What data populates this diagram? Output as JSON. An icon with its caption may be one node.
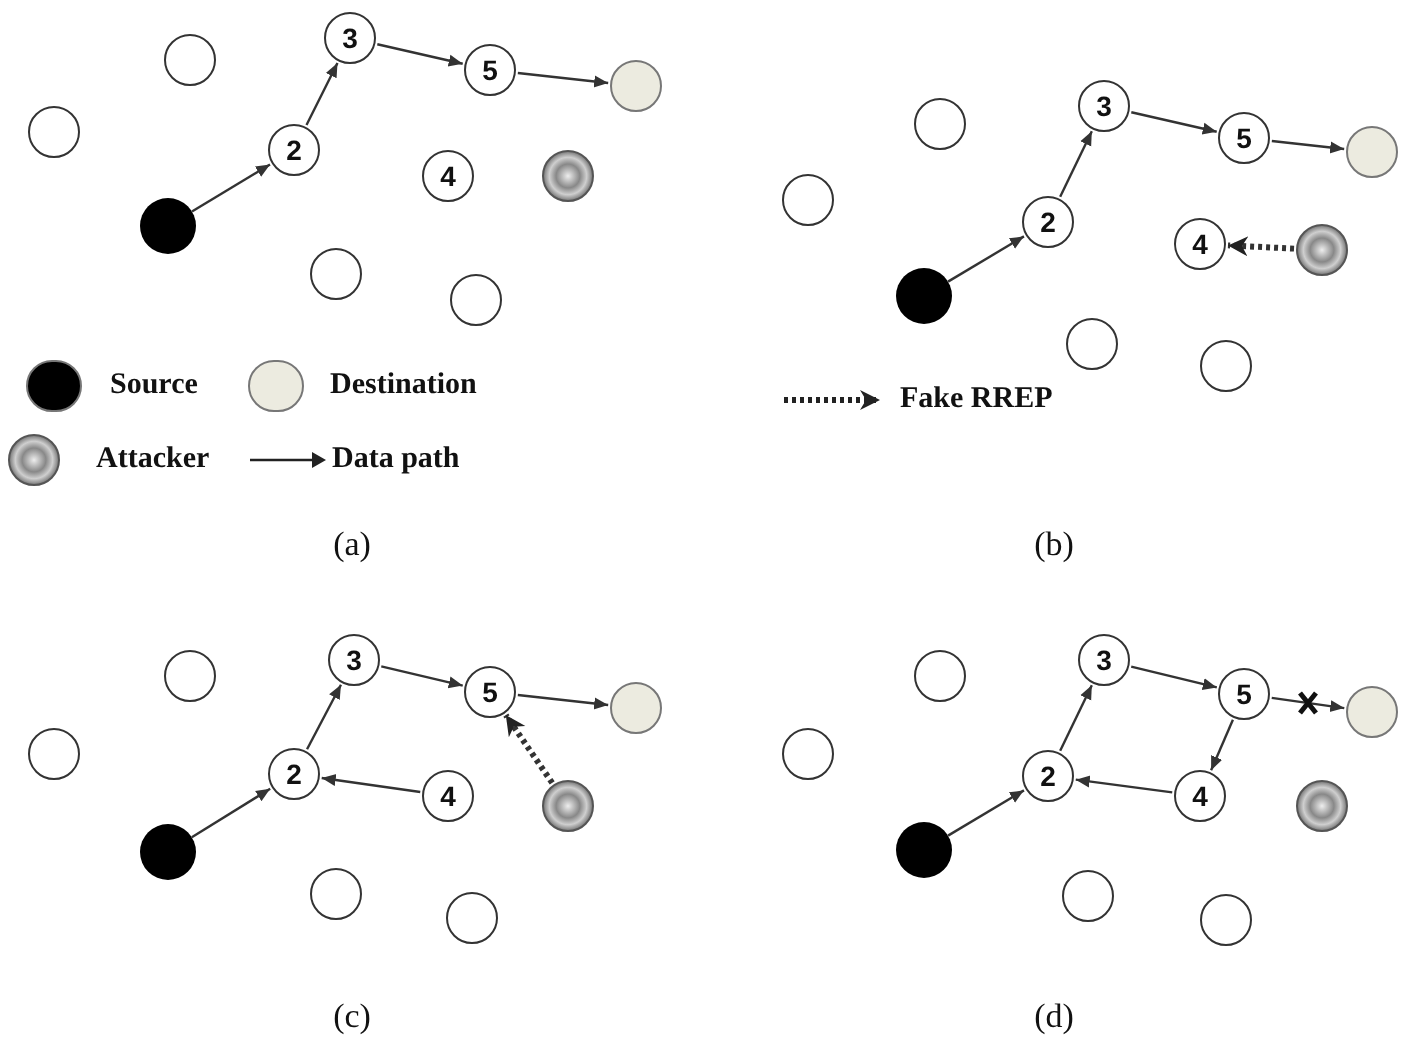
{
  "diagram": {
    "nodes": [
      {
        "text": [],
        "shape": "circle"
      },
      {
        "text": [
          "3"
        ]
      },
      {
        "text": [
          "5"
        ]
      },
      {
        "text": [],
        "shape": "circle"
      },
      {
        "text": [],
        "shape": "circle"
      },
      {
        "text": [
          "2"
        ]
      },
      {
        "text": [
          "4"
        ]
      },
      {
        "text": [],
        "shape": "circle"
      },
      {
        "text": [],
        "shape": "circle"
      },
      {
        "text": [],
        "shape": "circle"
      },
      {
        "text": [],
        "shape": "circle"
      },
      {
        "text": [
          "3"
        ]
      },
      {
        "text": [],
        "shape": "circle"
      },
      {
        "text": [
          "5"
        ]
      },
      {
        "text": [],
        "shape": "circle"
      },
      {
        "text": [],
        "shape": "circle"
      },
      {
        "text": [
          "2"
        ]
      },
      {
        "text": [
          "4"
        ]
      },
      {
        "text": [],
        "shape": "circle"
      },
      {
        "text": [],
        "shape": "circle"
      },
      {
        "text": [],
        "shape": "circle"
      },
      {
        "text": [],
        "shape": "circle"
      },
      {
        "text": [
          "3"
        ]
      },
      {
        "text": [],
        "shape": "circle"
      },
      {
        "text": [
          "5"
        ]
      },
      {
        "text": [],
        "shape": "circle"
      },
      {
        "text": [],
        "shape": "circle"
      },
      {
        "text": [
          "2"
        ]
      },
      {
        "text": [
          "4"
        ]
      },
      {
        "text": [],
        "shape": "circle"
      },
      {
        "text": [],
        "shape": "circle"
      },
      {
        "text": [],
        "shape": "circle"
      },
      {
        "text": [],
        "shape": "circle"
      },
      {
        "text": [
          "3"
        ]
      },
      {
        "text": [],
        "shape": "circle"
      },
      {
        "text": [
          "5"
        ]
      },
      {
        "text": [],
        "shape": "circle"
      },
      {
        "text": [],
        "shape": "circle"
      },
      {
        "text": [
          "2"
        ]
      },
      {
        "text": [
          "4"
        ]
      },
      {
        "text": [],
        "shape": "circle"
      },
      {
        "text": [],
        "shape": "circle"
      },
      {
        "text": [],
        "shape": "circle"
      },
      {
        "text": [],
        "shape": "circle"
      }
    ],
    "edges": [
      {
        "from": 8,
        "to": 5,
        "arrow": "to"
      },
      {
        "from": 5,
        "to": 1,
        "arrow": "to"
      },
      {
        "from": 1,
        "to": 2,
        "arrow": "to"
      },
      {
        "from": 2,
        "to": 3,
        "arrow": "to"
      },
      {
        "from": 19,
        "to": 16,
        "arrow": "to"
      },
      {
        "from": 16,
        "to": 11,
        "arrow": "to"
      },
      {
        "from": 11,
        "to": 13,
        "arrow": "to"
      },
      {
        "from": 13,
        "to": 14,
        "arrow": "to"
      },
      {
        "from": 18,
        "to": 17,
        "arrow": "to",
        "style": "dashed"
      },
      {
        "from": 30,
        "to": 27,
        "arrow": "to"
      },
      {
        "from": 27,
        "to": 22,
        "arrow": "to"
      },
      {
        "from": 22,
        "to": 24,
        "arrow": "to"
      },
      {
        "from": 24,
        "to": 25,
        "arrow": "to"
      },
      {
        "from": 28,
        "to": 27,
        "arrow": "to"
      },
      {
        "from": 29,
        "to": 24,
        "arrow": "to",
        "style": "dashed"
      },
      {
        "from": 41,
        "to": 38,
        "arrow": "to"
      },
      {
        "from": 38,
        "to": 33,
        "arrow": "to"
      },
      {
        "from": 33,
        "to": 35,
        "arrow": "to"
      },
      {
        "from": 35,
        "to": 36,
        "arrow": "to"
      },
      {
        "from": 35,
        "to": 39,
        "arrow": "to"
      },
      {
        "from": 39,
        "to": 38,
        "arrow": "to"
      }
    ],
    "labels": [
      "(a)",
      "(b)",
      "(c)",
      "(d)"
    ],
    "legend": [
      {
        "text": "Source",
        "color": "#000000"
      },
      {
        "text": "Destination",
        "color": "#ecebe0"
      },
      {
        "text": "Attacker"
      },
      {
        "text": "Data path"
      },
      {
        "text": "Fake RREP"
      }
    ]
  }
}
